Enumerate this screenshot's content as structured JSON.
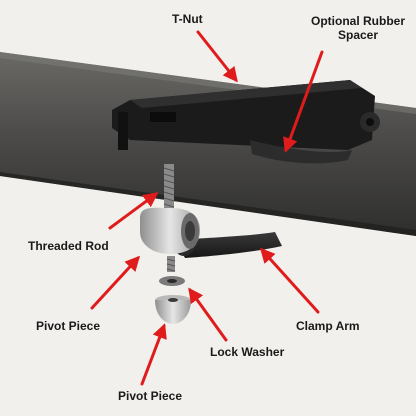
{
  "diagram": {
    "labels": {
      "t_nut": "T-Nut",
      "rubber_spacer_line1": "Optional Rubber",
      "rubber_spacer_line2": "Spacer",
      "threaded_rod": "Threaded Rod",
      "clamp_arm": "Clamp Arm",
      "pivot_piece_upper": "Pivot Piece",
      "lock_washer": "Lock Washer",
      "pivot_piece_lower": "Pivot Piece"
    },
    "colors": {
      "background": "#f2f0ec",
      "arrow": "#e01b1b",
      "tube": "#4a4947",
      "bracket": "#1b1b1c",
      "metal": "#c9c9c9",
      "text": "#1a1a1a"
    }
  }
}
